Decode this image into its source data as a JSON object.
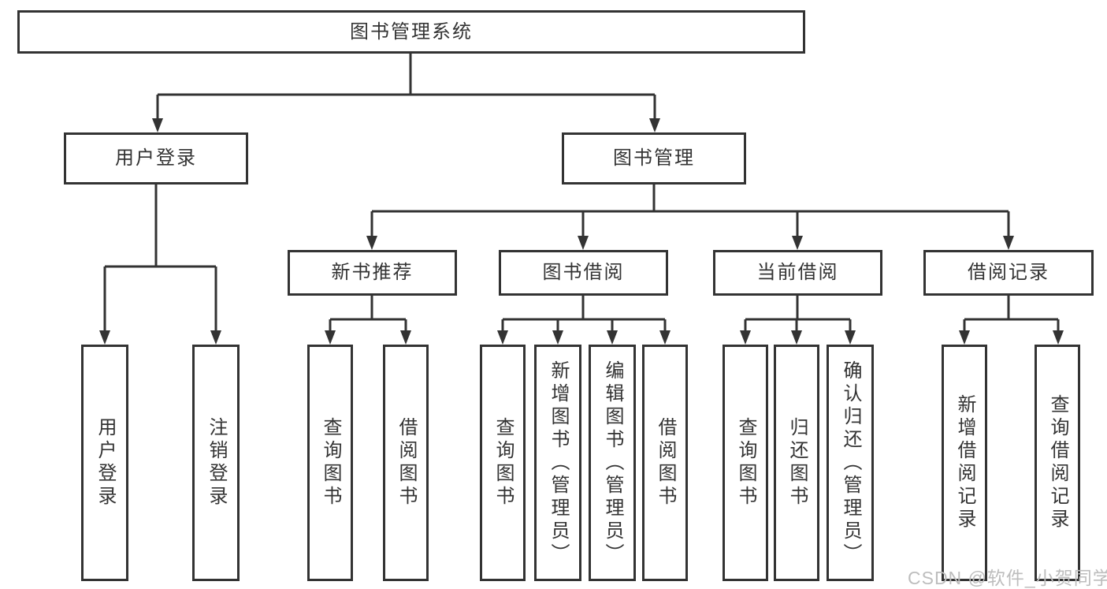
{
  "diagram": {
    "title": "图书管理系统",
    "level2": [
      {
        "label": "用户登录"
      },
      {
        "label": "图书管理"
      }
    ],
    "level3": [
      {
        "label": "新书推荐"
      },
      {
        "label": "图书借阅"
      },
      {
        "label": "当前借阅"
      },
      {
        "label": "借阅记录"
      }
    ],
    "leaves": {
      "user_login": [
        {
          "label": "用户登录"
        },
        {
          "label": "注销登录"
        }
      ],
      "new_books": [
        {
          "label": "查询图书"
        },
        {
          "label": "借阅图书"
        }
      ],
      "book_borrowing": [
        {
          "label": "查询图书"
        },
        {
          "label": "新增图书（管理员）"
        },
        {
          "label": "编辑图书（管理员）"
        },
        {
          "label": "借阅图书"
        }
      ],
      "current_borrowing": [
        {
          "label": "查询图书"
        },
        {
          "label": "归还图书"
        },
        {
          "label": "确认归还（管理员）"
        }
      ],
      "borrowing_records": [
        {
          "label": "新增借阅记录"
        },
        {
          "label": "查询借阅记录"
        }
      ]
    },
    "watermark": "CSDN @软件_小贺同学",
    "colors": {
      "line": "#333333",
      "text": "#333333",
      "watermark": "#bdbdbd",
      "background": "#ffffff"
    }
  }
}
